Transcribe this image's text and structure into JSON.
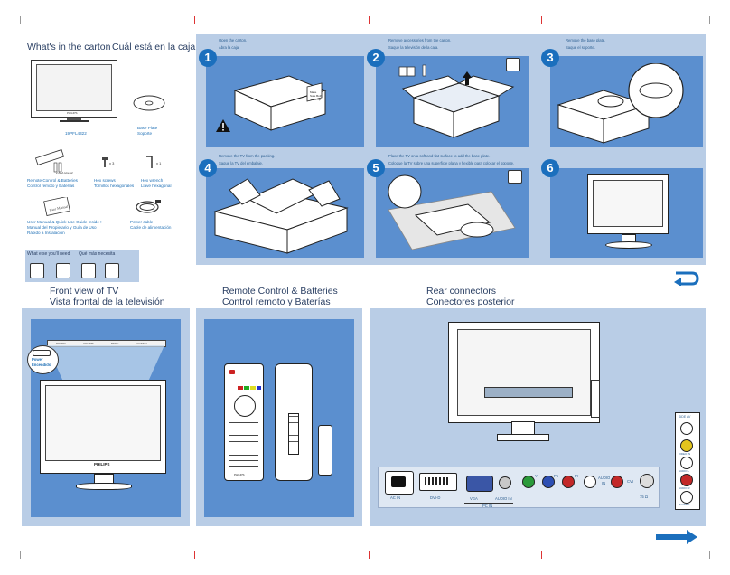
{
  "carton": {
    "title_en": "What's in the carton",
    "title_es": "Cuál está en la caja",
    "model": "19PFL4322",
    "brand": "PHILIPS",
    "base_plate": "Base Plate",
    "base_plate_es": "Soporte",
    "aaa": "2 AAA type x2",
    "remote": "Remote Control & Batteries",
    "remote_es": "Control remoto y Baterías",
    "screws": "Hex screws",
    "screws_es": "Tornillos hexagonales",
    "screws_qty": "x 3",
    "wrench": "Hex wrench",
    "wrench_es": "Llave hexagonal",
    "wrench_qty": "x 1",
    "manual1": "User Manual & Quick Use Guide Inside !",
    "manual2": "Manual del Propietario y Guía de Uso",
    "manual3": "Rápido a Instalación",
    "power": "Power cable",
    "power_es": "Cable de alimentación",
    "need_en": "What else you'll need",
    "need_es": "Qué más necesita"
  },
  "steps": [
    {
      "num": "1",
      "l1": "Open the carton.",
      "l2": "Abra la caja."
    },
    {
      "num": "2",
      "l1": "Remove accessories from the carton.",
      "l2": "Saque la televisión de la caja."
    },
    {
      "num": "3",
      "l1": "Remove the base plate.",
      "l2": "Saque el soporte."
    },
    {
      "num": "4",
      "l1": "Remove the TV from the packing.",
      "l2": "Saque la TV del embalaje."
    },
    {
      "num": "5",
      "l1": "Place the TV on a soft and flat surface to add the base plate.",
      "l2": "Coloque la TV sobre una superficie plana y flexible para colocar el soporte."
    },
    {
      "num": "6",
      "l1": "",
      "l2": ""
    }
  ],
  "box_label": "Make Sure Both Sides Up",
  "front": {
    "title_en": "Front view of TV",
    "title_es": "Vista frontal de la televisión",
    "power_en": "Power",
    "power_es": "Encendido",
    "brand": "PHILIPS",
    "btn_labels": [
      "POWER",
      "VOLUME",
      "MENU",
      "CHANNEL"
    ]
  },
  "remote_sec": {
    "title_en": "Remote Control & Batteries",
    "title_es": "Control remoto y Baterías",
    "brand": "PHILIPS"
  },
  "rear": {
    "title_en": "Rear connectors",
    "title_es": "Conectores posterior",
    "ac_in": "AC IN",
    "dvi": "DVI-D",
    "vga": "VGA",
    "audio_in": "AUDIO IN",
    "pc_in": "PC IN",
    "y": "Y",
    "pb": "Pb",
    "pr": "Pr",
    "audio": "AUDIO",
    "in": "IN",
    "cvi": "CVI",
    "r": "R",
    "l": "L",
    "ant": "75 Ω",
    "side_av": "SIDE AV",
    "video": "VIDEO IN",
    "audio_l": "AUDIO L",
    "audio_r": "AUDIO R",
    "svideo": "S-VIDEO"
  },
  "colors": {
    "panel": "#b9cde6",
    "blue": "#5b8fcf",
    "dark": "#1b6fbd",
    "heading": "#2a3f63"
  }
}
